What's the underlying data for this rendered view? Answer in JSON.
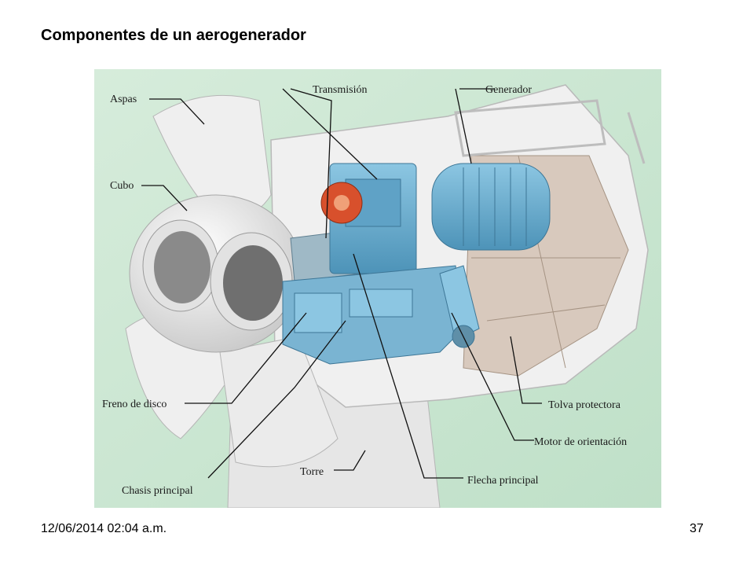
{
  "slide": {
    "title": "Componentes de un aerogenerador",
    "date": "12/06/2014 02:04 a.m.",
    "page_number": "37"
  },
  "diagram": {
    "labels": {
      "aspas": "Aspas",
      "cubo": "Cubo",
      "transmision": "Transmisión",
      "generador": "Generador",
      "freno": "Freno de disco",
      "chasis": "Chasis principal",
      "torre": "Torre",
      "flecha": "Flecha principal",
      "motor": "Motor de orientación",
      "tolva": "Tolva protectora"
    },
    "colors": {
      "background": "#cfe8d6",
      "blade": "#efefef",
      "machinery": "#6aaed0",
      "red_parts": "#d8502c"
    }
  }
}
